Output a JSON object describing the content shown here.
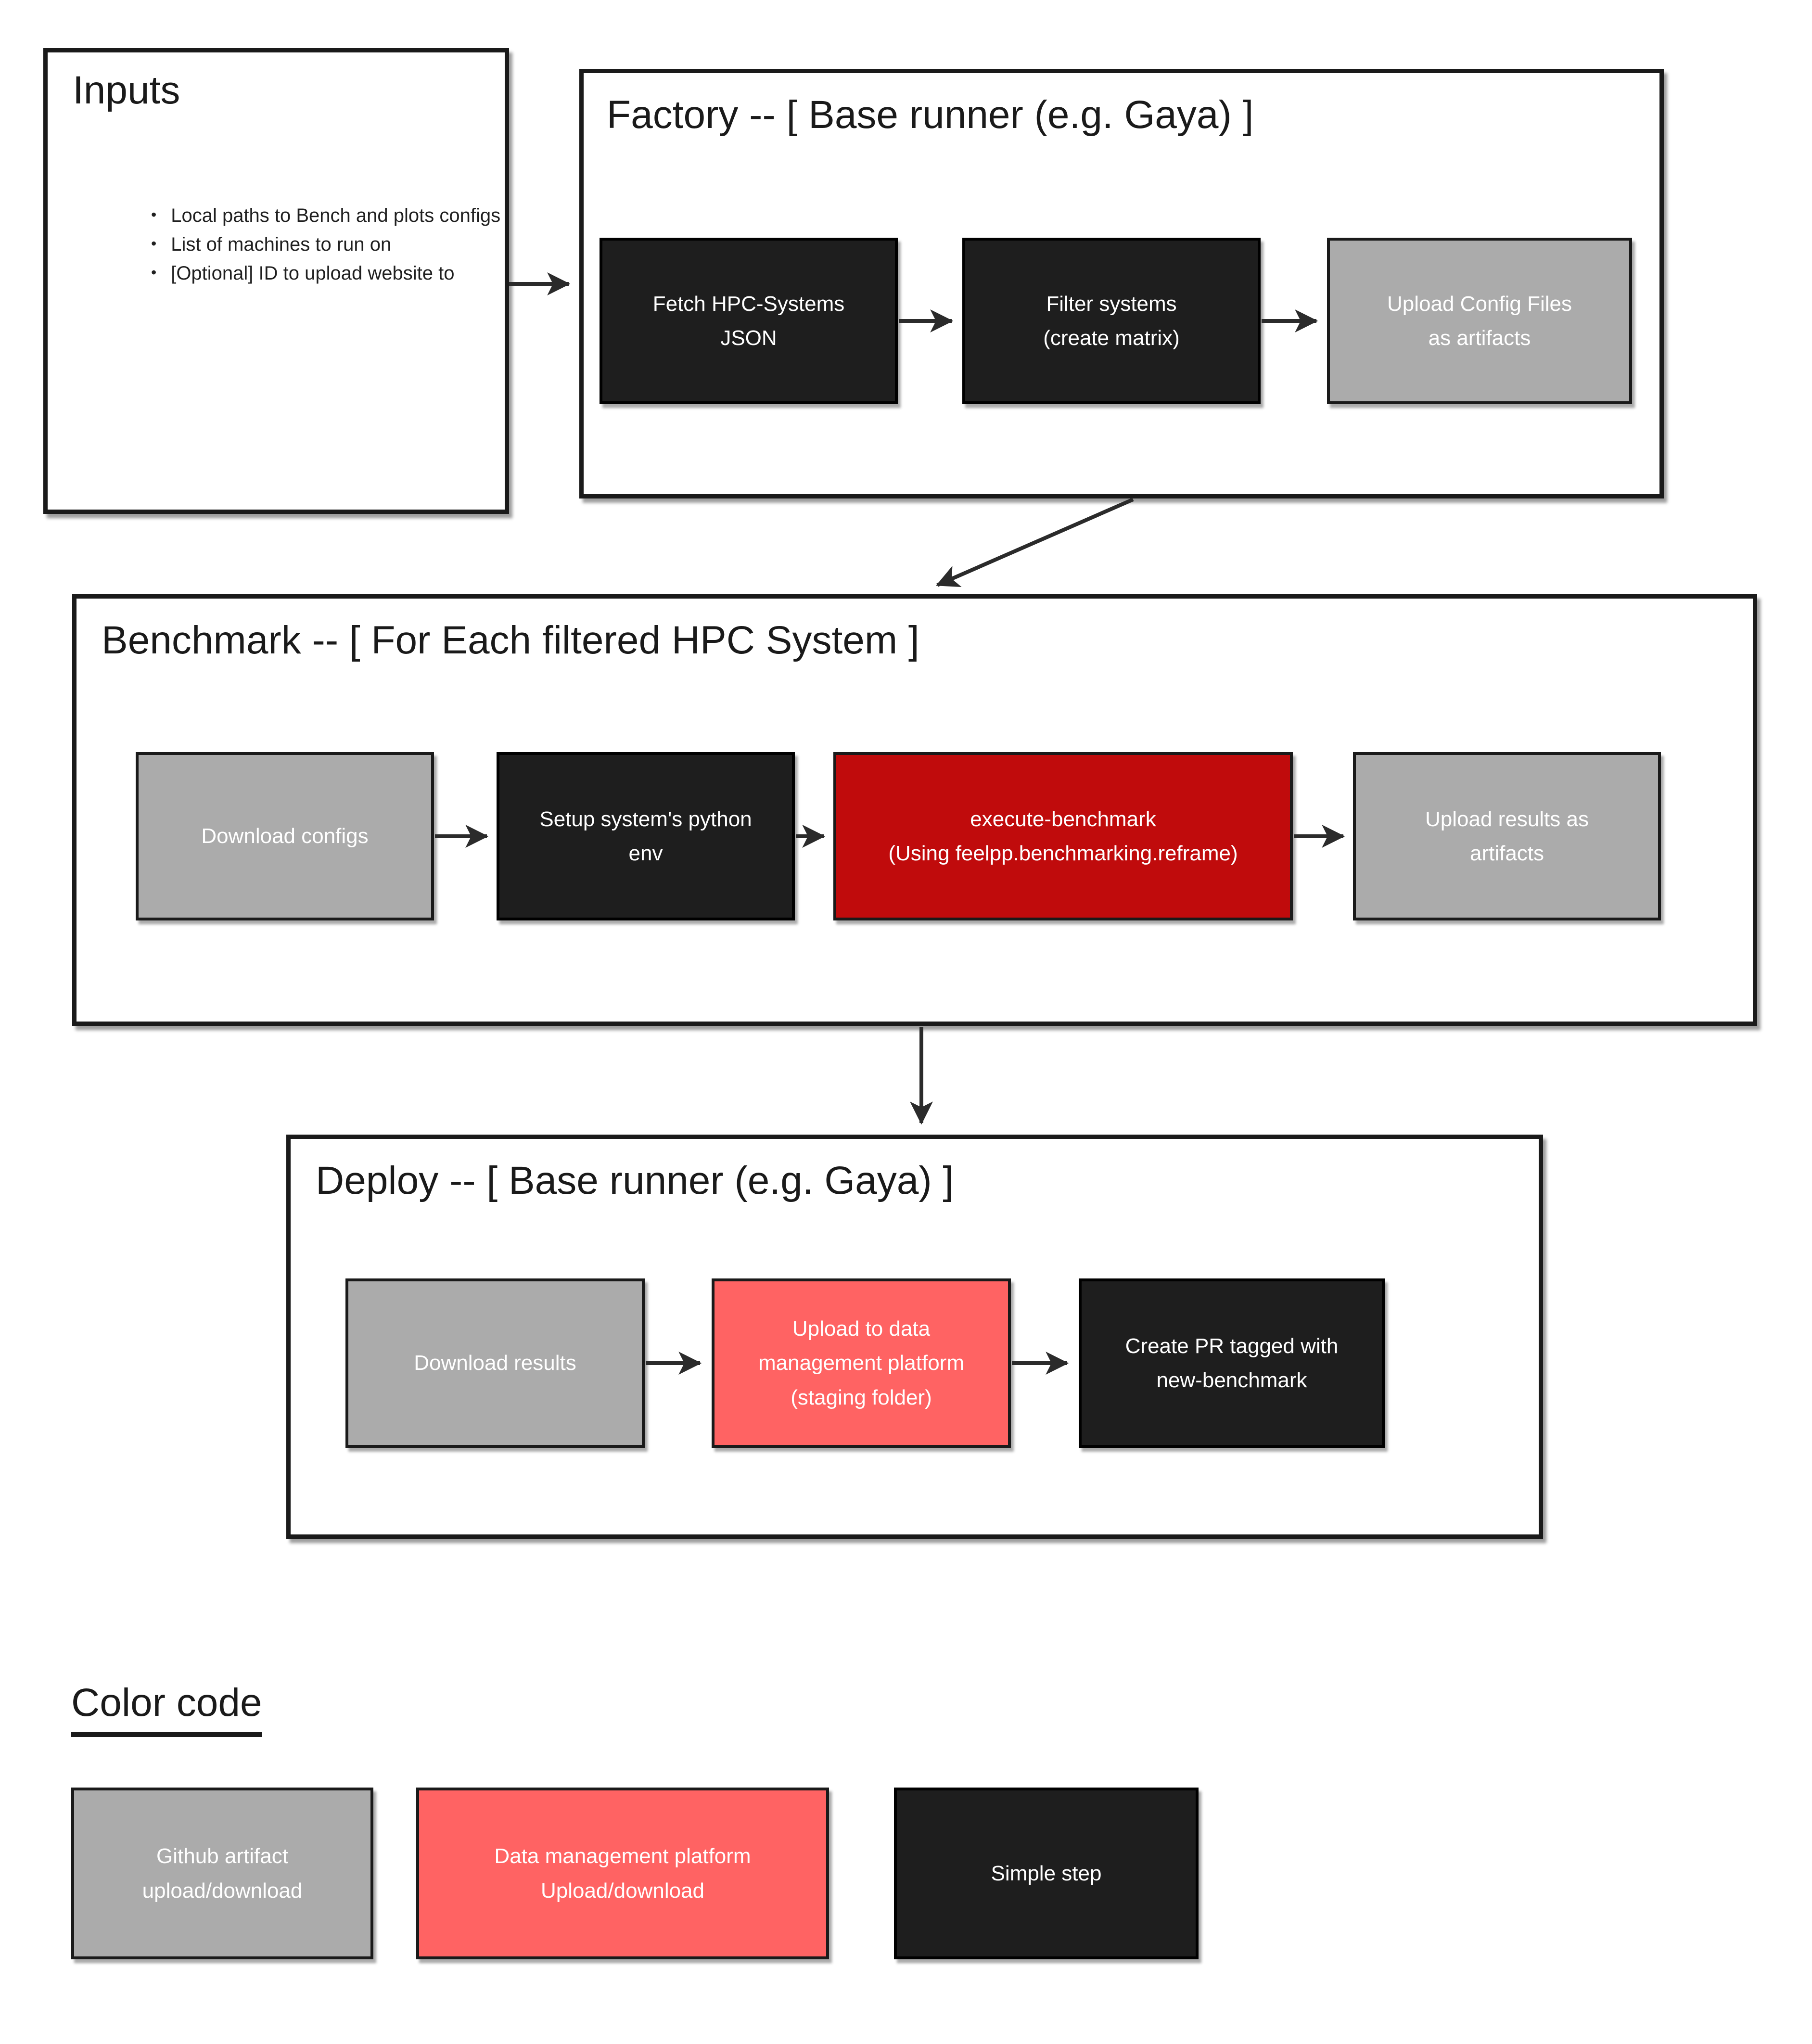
{
  "diagram": {
    "inputs": {
      "title": "Inputs",
      "bullets": [
        "Local paths to Bench and plots configs",
        "List of machines to run on",
        "[Optional] ID to upload website to"
      ]
    },
    "factory": {
      "title": "Factory -- [ Base runner (e.g. Gaya) ]",
      "steps": [
        {
          "label": "Fetch HPC-Systems\nJSON",
          "type": "simple"
        },
        {
          "label": "Filter systems\n(create matrix)",
          "type": "simple"
        },
        {
          "label": "Upload Config Files\nas artifacts",
          "type": "github"
        }
      ]
    },
    "benchmark": {
      "title": "Benchmark -- [ For Each filtered HPC System ]",
      "steps": [
        {
          "label": "Download configs",
          "type": "github"
        },
        {
          "label": "Setup system's python\nenv",
          "type": "simple"
        },
        {
          "label": "execute-benchmark\n(Using feelpp.benchmarking.reframe)",
          "type": "highlight"
        },
        {
          "label": "Upload results as\nartifacts",
          "type": "github"
        }
      ]
    },
    "deploy": {
      "title": "Deploy -- [ Base runner (e.g. Gaya) ]",
      "steps": [
        {
          "label": "Download results",
          "type": "github"
        },
        {
          "label": "Upload to data\nmanagement platform\n(staging folder)",
          "type": "data-platform"
        },
        {
          "label": "Create PR tagged with\nnew-benchmark",
          "type": "simple"
        }
      ]
    },
    "legend": {
      "title": "Color code",
      "items": [
        {
          "label": "Github artifact\nupload/download",
          "type": "github"
        },
        {
          "label": "Data management platform\nUpload/download",
          "type": "data-platform"
        },
        {
          "label": "Simple step",
          "type": "simple"
        }
      ]
    },
    "colors": {
      "github_artifact": "#ababab",
      "data_platform": "#ff6363",
      "simple_step": "#1e1e1e",
      "execute_highlight": "#c00b0c",
      "line": "#2b2b2b"
    }
  }
}
